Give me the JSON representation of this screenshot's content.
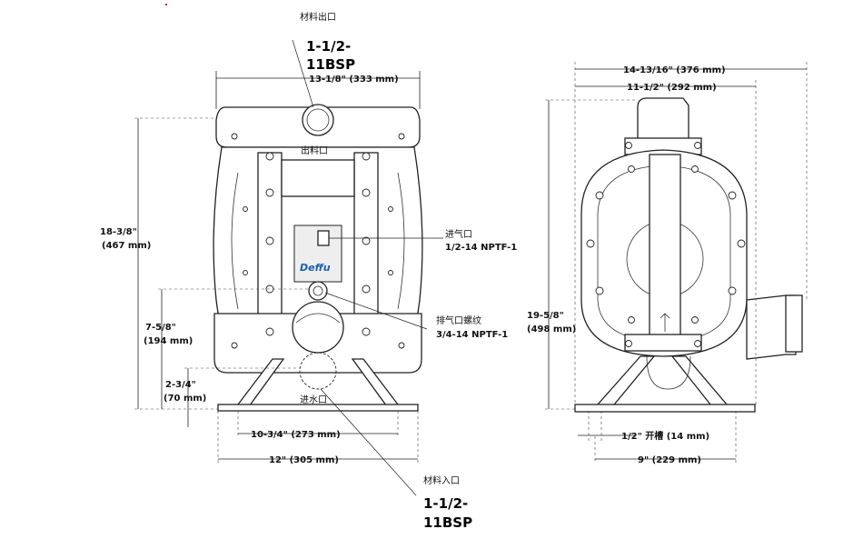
{
  "labels": {
    "outlet_cn": "材料出口",
    "outlet_size_line1": "1-1/2-",
    "outlet_size_line2": "11BSP",
    "width_top_front": "13-1/8\" (333 mm)",
    "outlet_inner_cn": "出料口",
    "height_total_in": "18-3/8\"",
    "height_total_mm": "(467 mm)",
    "air_inlet_cn": "进气口",
    "air_inlet_size": "1/2-14 NPTF-1",
    "logo_text": "Deffu",
    "exhaust_cn": "排气口螺纹",
    "exhaust_size": "3/4-14 NPTF-1",
    "height_mid_in": "7-5/8\"",
    "height_mid_mm": "(194 mm)",
    "height_low_in": "2-3/4\"",
    "height_low_mm": "(70 mm)",
    "inlet_inner_cn": "进水口",
    "base_inner_width": "10-3/4\" (273 mm)",
    "base_outer_width": "12\" (305 mm)",
    "inlet_cn": "材料入口",
    "inlet_size_line1": "1-1/2-",
    "inlet_size_line2": "11BSP",
    "side_width_outer": "14-13/16\" (376 mm)",
    "side_width_inner": "11-1/2\" (292 mm)",
    "side_height_in": "19-5/8\"",
    "side_height_mm": "(498 mm)",
    "slot_label": "1/2\" 开槽 (14 mm)",
    "side_base_width": "9\" (229 mm)"
  },
  "colors": {
    "line": "#222222",
    "accent_dot": "#d62020",
    "logo_blue": "#1a5fb4"
  }
}
